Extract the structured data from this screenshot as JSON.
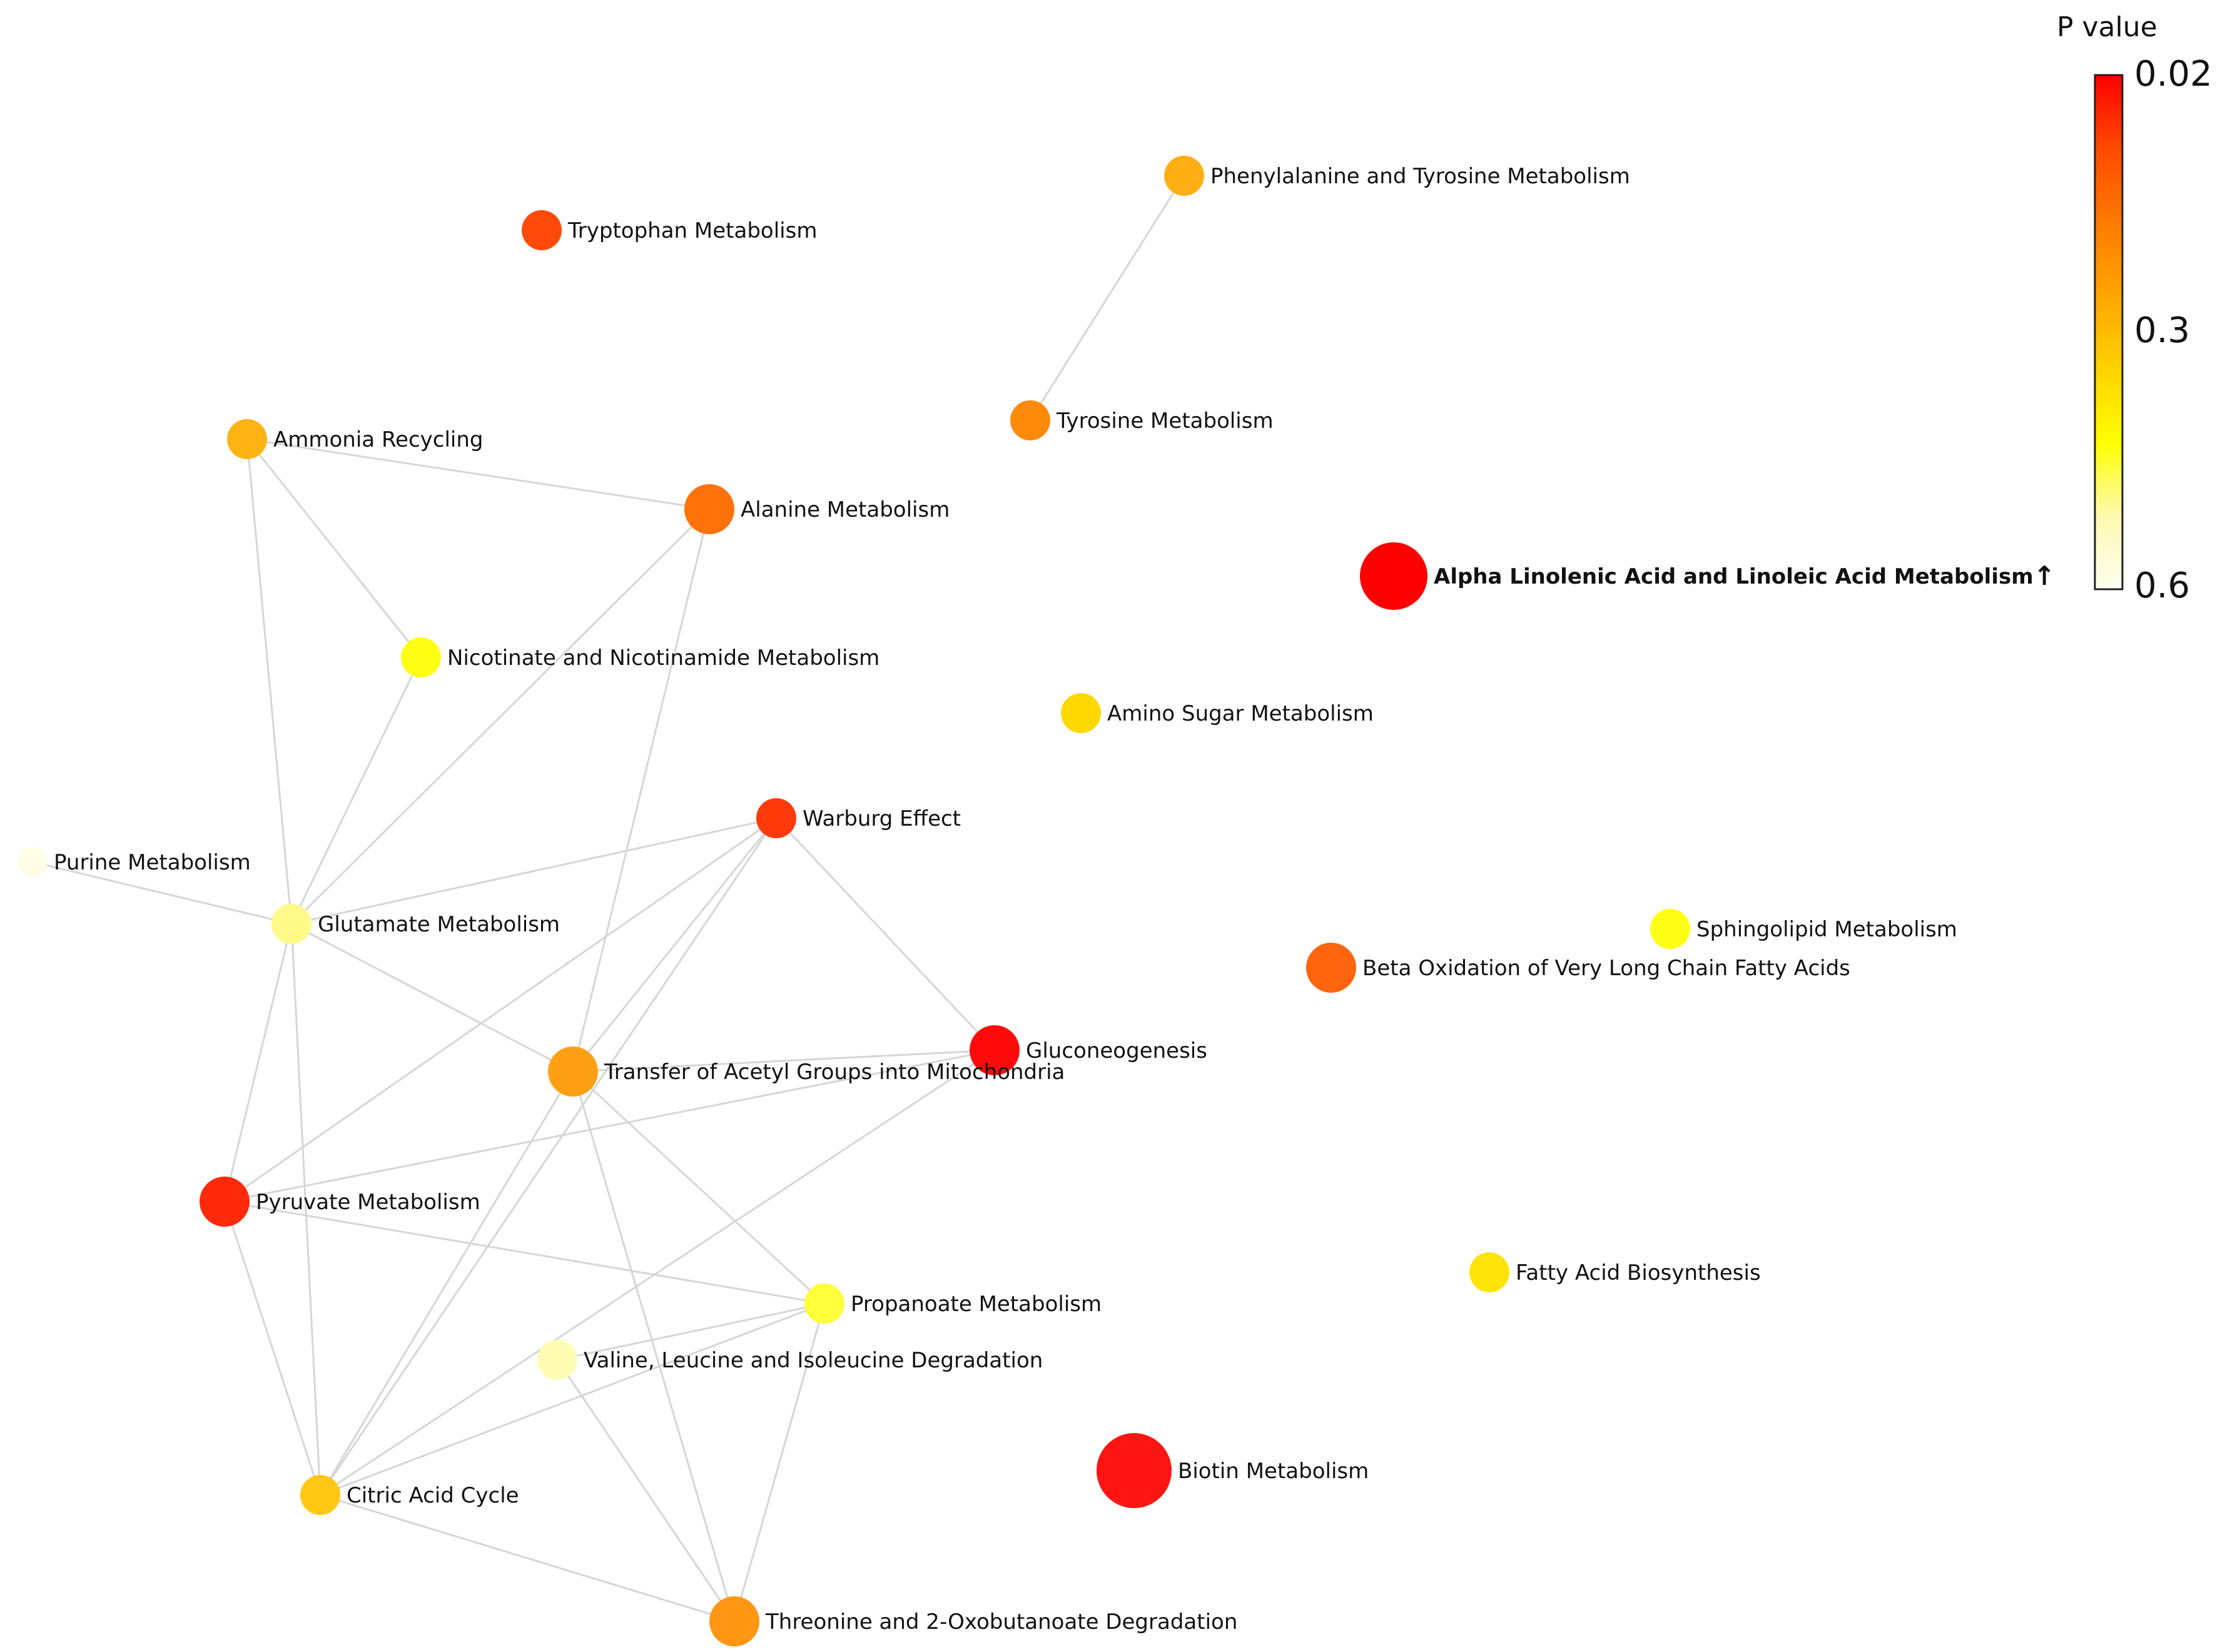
{
  "legend": {
    "title": "P value",
    "ticks": [
      "0.02",
      "0.3",
      "0.6"
    ],
    "colors": [
      "#fffef0",
      "#fff9b0",
      "#ffff00",
      "#ffd200",
      "#ffa500",
      "#ff7a00",
      "#ff4a00",
      "#ff0000"
    ]
  },
  "nodes": [
    {
      "id": "tryptophan",
      "label": "Tryptophan Metabolism",
      "color": "#ff4a0a",
      "size": "medium"
    },
    {
      "id": "phenylalanine",
      "label": "Phenylalanine and Tyrosine Metabolism",
      "color": "#ffae14",
      "size": "medium"
    },
    {
      "id": "tyrosine",
      "label": "Tyrosine Metabolism",
      "color": "#ff8a0a",
      "size": "medium"
    },
    {
      "id": "ammonia",
      "label": "Ammonia Recycling",
      "color": "#ffb414",
      "size": "medium"
    },
    {
      "id": "alanine",
      "label": "Alanine Metabolism",
      "color": "#ff720a",
      "size": "large"
    },
    {
      "id": "alpha",
      "label": "Alpha Linolenic Acid and Linoleic Acid Metabolism",
      "marker": "↑",
      "color": "#ff0000",
      "size": "xlarge",
      "bold": true
    },
    {
      "id": "nicotinate",
      "label": "Nicotinate and Nicotinamide Metabolism",
      "color": "#ffff14",
      "size": "medium"
    },
    {
      "id": "aminosugar",
      "label": "Amino Sugar Metabolism",
      "color": "#ffd800",
      "size": "medium"
    },
    {
      "id": "warburg",
      "label": "Warburg Effect",
      "color": "#ff3a0a",
      "size": "medium"
    },
    {
      "id": "purine",
      "label": "Purine Metabolism",
      "color": "#fffde6",
      "size": "small"
    },
    {
      "id": "glutamate",
      "label": "Glutamate Metabolism",
      "color": "#fffa8a",
      "size": "medium"
    },
    {
      "id": "sphingolipid",
      "label": "Sphingolipid Metabolism",
      "color": "#ffff14",
      "size": "medium"
    },
    {
      "id": "betaox",
      "label": "Beta Oxidation of Very Long Chain Fatty Acids",
      "color": "#ff640f",
      "size": "large"
    },
    {
      "id": "gluconeo",
      "label": "Gluconeogenesis",
      "color": "#ff0a0a",
      "size": "large"
    },
    {
      "id": "acetyl",
      "label": "Transfer of Acetyl Groups into Mitochondria",
      "color": "#ffa014",
      "size": "large"
    },
    {
      "id": "pyruvate",
      "label": "Pyruvate Metabolism",
      "color": "#ff2a0a",
      "size": "large"
    },
    {
      "id": "fattyacid",
      "label": "Fatty Acid Biosynthesis",
      "color": "#ffe40a",
      "size": "medium"
    },
    {
      "id": "propanoate",
      "label": "Propanoate Metabolism",
      "color": "#ffff3c",
      "size": "medium"
    },
    {
      "id": "valine",
      "label": "Valine, Leucine and Isoleucine Degradation",
      "color": "#fffcb4",
      "size": "medium"
    },
    {
      "id": "biotin",
      "label": "Biotin Metabolism",
      "color": "#ff1414",
      "size": "xxlarge"
    },
    {
      "id": "citric",
      "label": "Citric Acid Cycle",
      "color": "#ffc814",
      "size": "medium"
    },
    {
      "id": "threonine",
      "label": "Threonine and 2-Oxobutanoate Degradation",
      "color": "#ff9614",
      "size": "large"
    }
  ],
  "edges": [
    [
      "phenylalanine",
      "tyrosine"
    ],
    [
      "ammonia",
      "alanine"
    ],
    [
      "ammonia",
      "nicotinate"
    ],
    [
      "ammonia",
      "glutamate"
    ],
    [
      "alanine",
      "glutamate"
    ],
    [
      "alanine",
      "acetyl"
    ],
    [
      "nicotinate",
      "glutamate"
    ],
    [
      "purine",
      "glutamate"
    ],
    [
      "glutamate",
      "acetyl"
    ],
    [
      "glutamate",
      "pyruvate"
    ],
    [
      "glutamate",
      "citric"
    ],
    [
      "warburg",
      "glutamate"
    ],
    [
      "warburg",
      "gluconeo"
    ],
    [
      "warburg",
      "pyruvate"
    ],
    [
      "warburg",
      "acetyl"
    ],
    [
      "warburg",
      "citric"
    ],
    [
      "acetyl",
      "gluconeo"
    ],
    [
      "acetyl",
      "citric"
    ],
    [
      "acetyl",
      "propanoate"
    ],
    [
      "acetyl",
      "threonine"
    ],
    [
      "pyruvate",
      "gluconeo"
    ],
    [
      "pyruvate",
      "propanoate"
    ],
    [
      "pyruvate",
      "citric"
    ],
    [
      "gluconeo",
      "citric"
    ],
    [
      "propanoate",
      "citric"
    ],
    [
      "propanoate",
      "threonine"
    ],
    [
      "valine",
      "threonine"
    ],
    [
      "valine",
      "propanoate"
    ],
    [
      "citric",
      "threonine"
    ]
  ]
}
